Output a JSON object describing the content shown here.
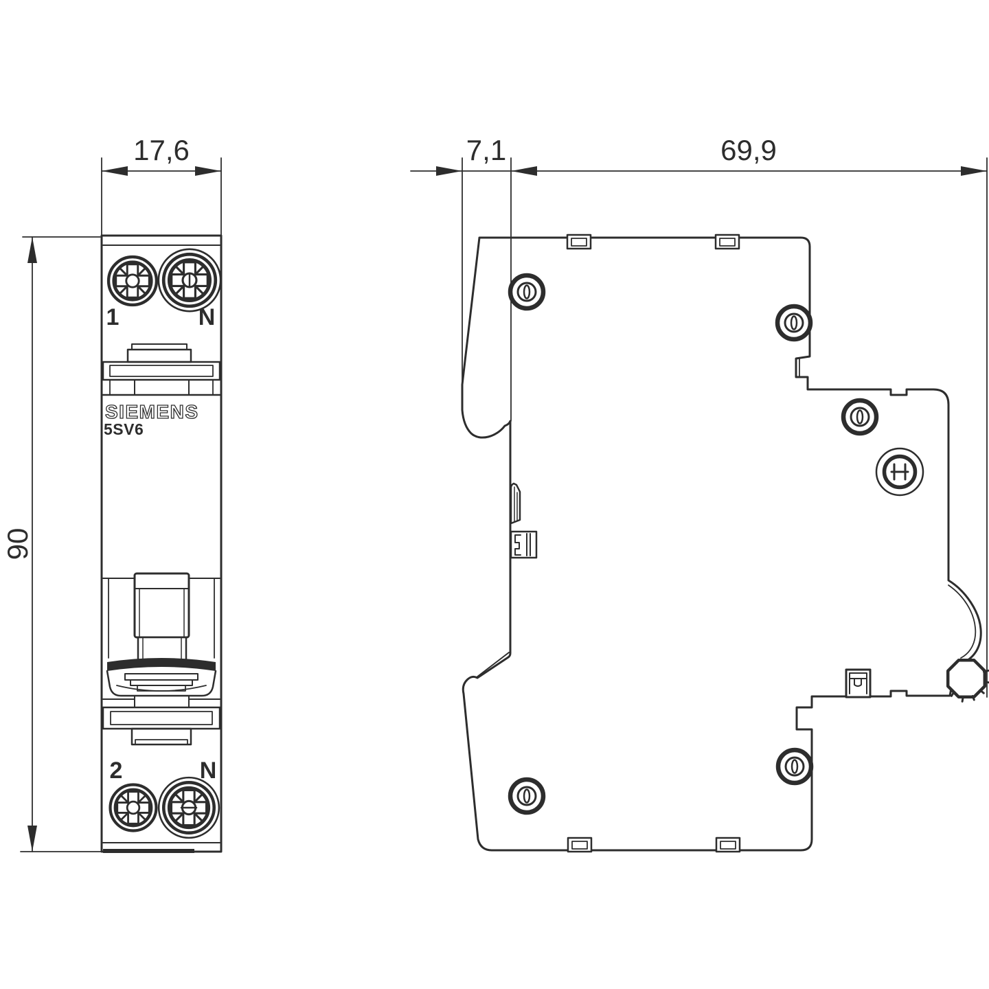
{
  "colors": {
    "line": "#2d2d2d",
    "background": "#ffffff"
  },
  "dimensions": {
    "front_width_mm": "17,6",
    "front_height_mm": "90",
    "side_front_depth_mm": "7,1",
    "side_body_depth_mm": "69,9"
  },
  "front_view": {
    "brand": "SIEMENS",
    "model": "5SV6",
    "terminal_top_left": "1",
    "terminal_top_right": "N",
    "terminal_bottom_left": "2",
    "terminal_bottom_right": "N"
  }
}
